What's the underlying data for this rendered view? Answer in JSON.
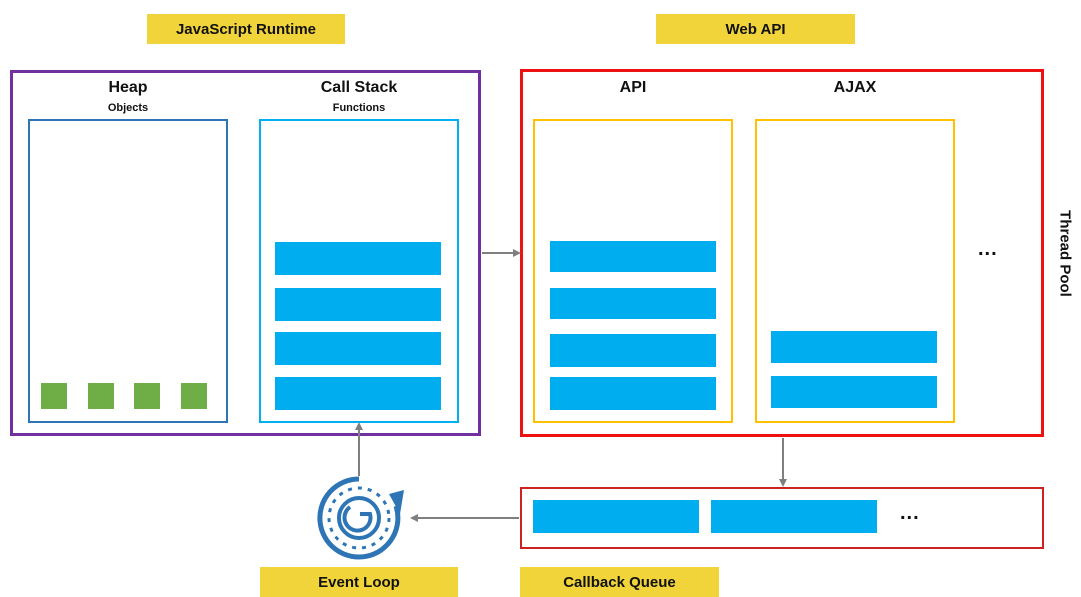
{
  "labels": {
    "js_runtime": "JavaScript Runtime",
    "web_api": "Web API",
    "heap": "Heap",
    "heap_sub": "Objects",
    "call_stack": "Call Stack",
    "call_stack_sub": "Functions",
    "api": "API",
    "ajax": "AJAX",
    "thread_pool": "Thread Pool",
    "event_loop": "Event Loop",
    "callback_queue": "Callback Queue",
    "ellipsis_threads": "...",
    "ellipsis_queue": "..."
  },
  "colors": {
    "runtime_border": "#7030a0",
    "web_api_border": "#ee1111",
    "callback_queue_border": "#cc2222",
    "heap_border": "#2e75b6",
    "call_stack_border": "#00b0f0",
    "api_border": "#ffc000",
    "bar_fill": "#00aeef",
    "object_fill": "#6fad47",
    "tag_fill": "#f0d43a",
    "arrow": "#7f7f7f",
    "event_loop_icon": "#2e75b6"
  }
}
